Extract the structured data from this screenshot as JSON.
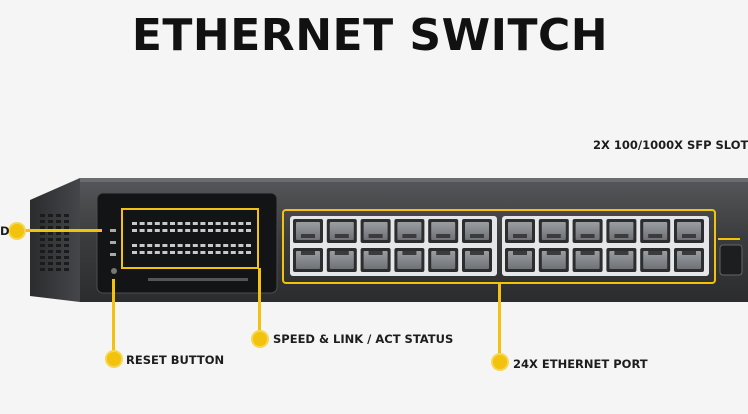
{
  "title": "ETHERNET SWITCH",
  "labels": {
    "sfp": "2X 100/1000X SFP SLOT",
    "left_cut": "D",
    "reset": "RESET BUTTON",
    "status": "SPEED & LINK / ACT STATUS",
    "ports": "24X ETHERNET PORT"
  },
  "ports": {
    "rows": 2,
    "per_row": 12,
    "groups": 2
  },
  "colors": {
    "accent": "#f2c20d",
    "chassis": "#3a3b3d",
    "text": "#1d1d1d"
  }
}
